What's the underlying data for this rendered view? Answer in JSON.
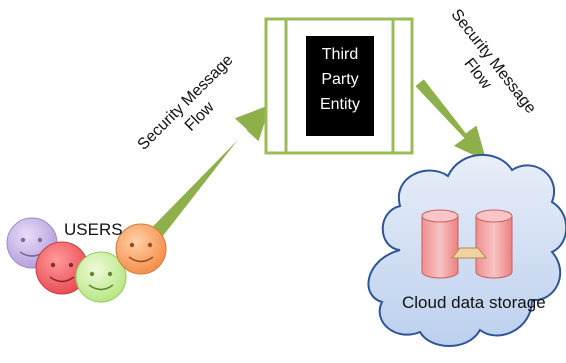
{
  "users": {
    "label": "USERS"
  },
  "third_party": {
    "line1": "Third",
    "line2": "Party",
    "line3": "Entity"
  },
  "flows": {
    "left": {
      "line1": "Security Message",
      "line2": "Flow"
    },
    "right": {
      "line1": "Security Message",
      "line2": "Flow"
    }
  },
  "cloud": {
    "label": "Cloud data storage"
  },
  "colors": {
    "arrow": "#8db04b",
    "box_border": "#9bbb59",
    "entity_fill": "#000000",
    "cloud_fill": "#d6e2f5",
    "cloud_border": "#2f5597",
    "cylinder": "#f4a6a6",
    "face_purple": "#c6b2e6",
    "face_red": "#f2666b",
    "face_green": "#c9f09e",
    "face_orange": "#f8a36a"
  }
}
